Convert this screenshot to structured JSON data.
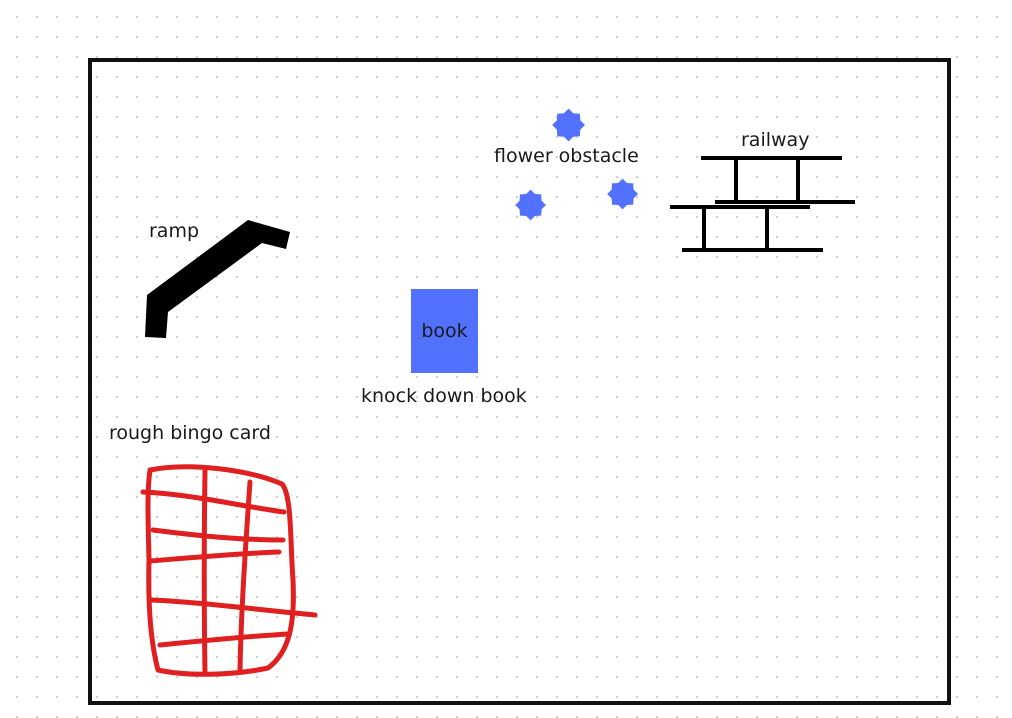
{
  "labels": {
    "railway": "railway",
    "flower_obstacle": "flower obstacle",
    "ramp": "ramp",
    "book": "book",
    "knock_down_book": "knock down book",
    "rough_bingo_card": "rough bingo card"
  },
  "colors": {
    "frame": "#111111",
    "flower": "#5271ff",
    "book": "#5271ff",
    "bingo_card": "#e02020",
    "ramp": "#000000",
    "railway": "#000000"
  }
}
